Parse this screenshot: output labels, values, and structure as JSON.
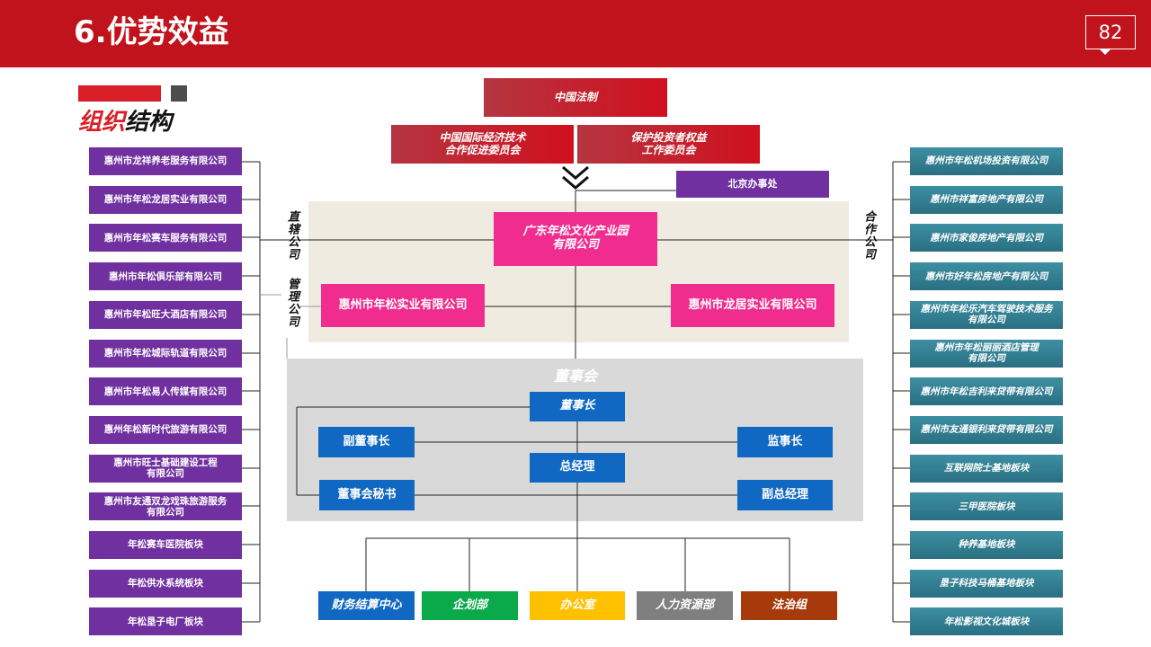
{
  "header": {
    "title": "6.优势效益",
    "page_number": "82"
  },
  "section": {
    "title_part1": "组织",
    "title_part2": "结构"
  },
  "top": {
    "parent": "中国法制",
    "committee_left": [
      "中国国际经济技术",
      "合作促进委员会"
    ],
    "committee_right": [
      "保护投资者权益",
      "工作委员会"
    ],
    "beijing_office": "北京办事处"
  },
  "core": {
    "main_company": [
      "广东年松文化产业园",
      "有限公司"
    ],
    "left_company": "惠州市年松实业有限公司",
    "right_company": "惠州市龙居实业有限公司"
  },
  "labels": {
    "direct": "直辖公司",
    "managed": "管理公司",
    "cooperate": "合作公司"
  },
  "board": {
    "title": "董事会",
    "chairman": "董事长",
    "vice_chairman": "副董事长",
    "supervisor": "监事长",
    "general_manager": "总经理",
    "secretary": "董事会秘书",
    "deputy_gm": "副总经理"
  },
  "departments": [
    {
      "name": "财务结算中心",
      "color": "#1068c2"
    },
    {
      "name": "企划部",
      "color": "#0aa94a"
    },
    {
      "name": "办公室",
      "color": "#ffc000"
    },
    {
      "name": "人力资源部",
      "color": "#7f7f7f"
    },
    {
      "name": "法治组",
      "color": "#a63a0b"
    }
  ],
  "left_companies": [
    [
      "惠州市龙祥养老服务有限公司"
    ],
    [
      "惠州市年松龙居实业有限公司"
    ],
    [
      "惠州市年松赛车服务有限公司"
    ],
    [
      "惠州市年松俱乐部有限公司"
    ],
    [
      "惠州市年松旺大酒店有限公司"
    ],
    [
      "惠州市年松城际轨道有限公司"
    ],
    [
      "惠州市年松易人传媒有限公司"
    ],
    [
      "惠州年松新时代旅游有限公司"
    ],
    [
      "惠州市旺士基础建设工程",
      "有限公司"
    ],
    [
      "惠州市友通双龙戏珠旅游服务",
      "有限公司"
    ],
    [
      "年松赛车医院板块"
    ],
    [
      "年松供水系统板块"
    ],
    [
      "年松垦子电厂板块"
    ]
  ],
  "right_companies": [
    [
      "惠州市年松机场投资有限公司"
    ],
    [
      "惠州市祥富房地产有限公司"
    ],
    [
      "惠州市家俊房地产有限公司"
    ],
    [
      "惠州市好年松房地产有限公司"
    ],
    [
      "惠州市年松乐汽车驾驶技术服务",
      "有限公司"
    ],
    [
      "惠州市年松丽丽酒店管理",
      "有限公司"
    ],
    [
      "惠州市年松吉利来贷带有限公司"
    ],
    [
      "惠州市友通银利来贷带有限公司"
    ],
    [
      "互联网院士基地板块"
    ],
    [
      "三甲医院板块"
    ],
    [
      "种养基地板块"
    ],
    [
      "垦子科技马桶基地板块"
    ],
    [
      "年松影视文化城板块"
    ]
  ]
}
